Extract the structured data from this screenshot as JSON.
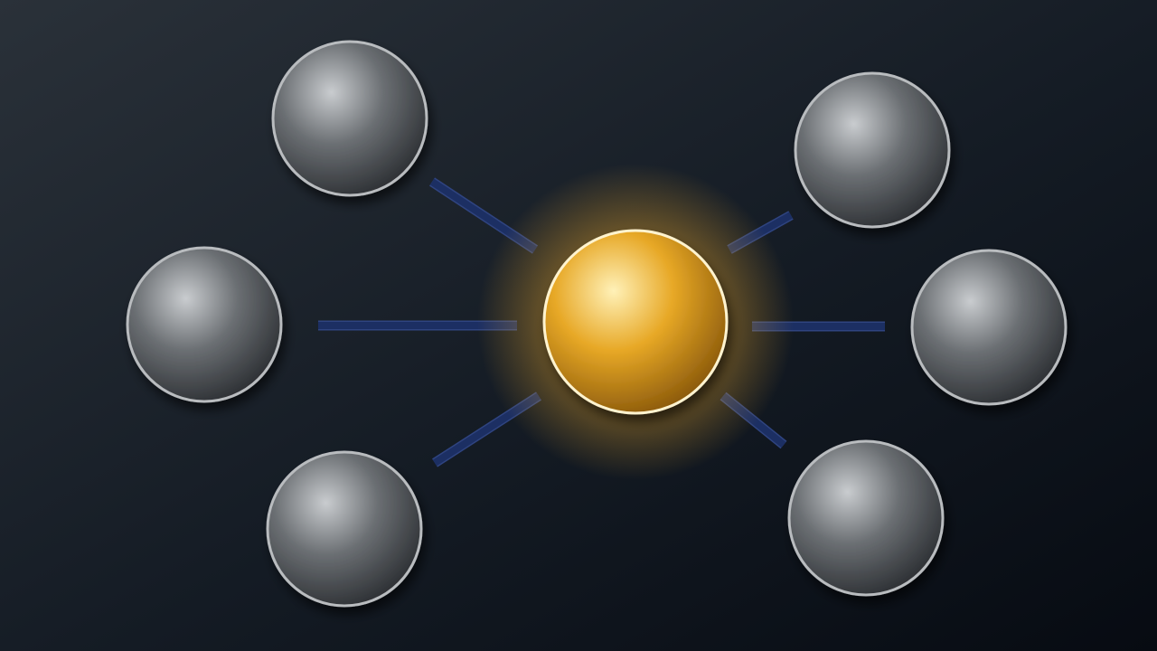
{
  "diagram": {
    "kind": "hub-and-spoke",
    "node_count": 7,
    "center_node": {
      "style": "glowing-gold-sphere",
      "color": "#e7a826",
      "highlight": "#fff1b8",
      "shadow": "#7a4b06",
      "ring": "#fff3cf",
      "glow": "#ffc43a"
    },
    "outer_nodes": {
      "count": 6,
      "style": "grey-sphere",
      "color": "#6b6f73",
      "highlight": "#c9cccf",
      "shadow": "#26292d",
      "ring": "#b9bcbf"
    },
    "connectors": {
      "count": 6,
      "color": "#1c2f63",
      "edge_color": "#2f4480"
    },
    "background": {
      "top_left": "#2a3139",
      "bottom_right": "#070b12"
    }
  }
}
